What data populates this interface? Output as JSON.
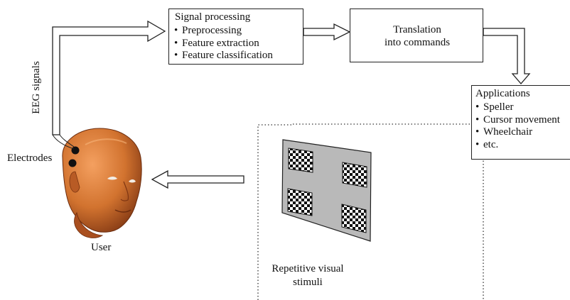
{
  "signal_processing": {
    "title": "Signal processing",
    "items": [
      "Preprocessing",
      "Feature extraction",
      "Feature classification"
    ]
  },
  "translation": {
    "line1": "Translation",
    "line2": "into commands"
  },
  "applications": {
    "title": "Applications",
    "items": [
      "Speller",
      "Cursor movement",
      "Wheelchair",
      "etc."
    ]
  },
  "labels": {
    "eeg_signals": "EEG signals",
    "electrodes": "Electrodes",
    "user": "User",
    "stimuli_line1": "Repetitive visual",
    "stimuli_line2": "stimuli"
  },
  "colors": {
    "skin": "#d2732f",
    "skin_shadow": "#8f3f17",
    "panel_gray": "#b9b9b9",
    "electrode": "#111111"
  }
}
